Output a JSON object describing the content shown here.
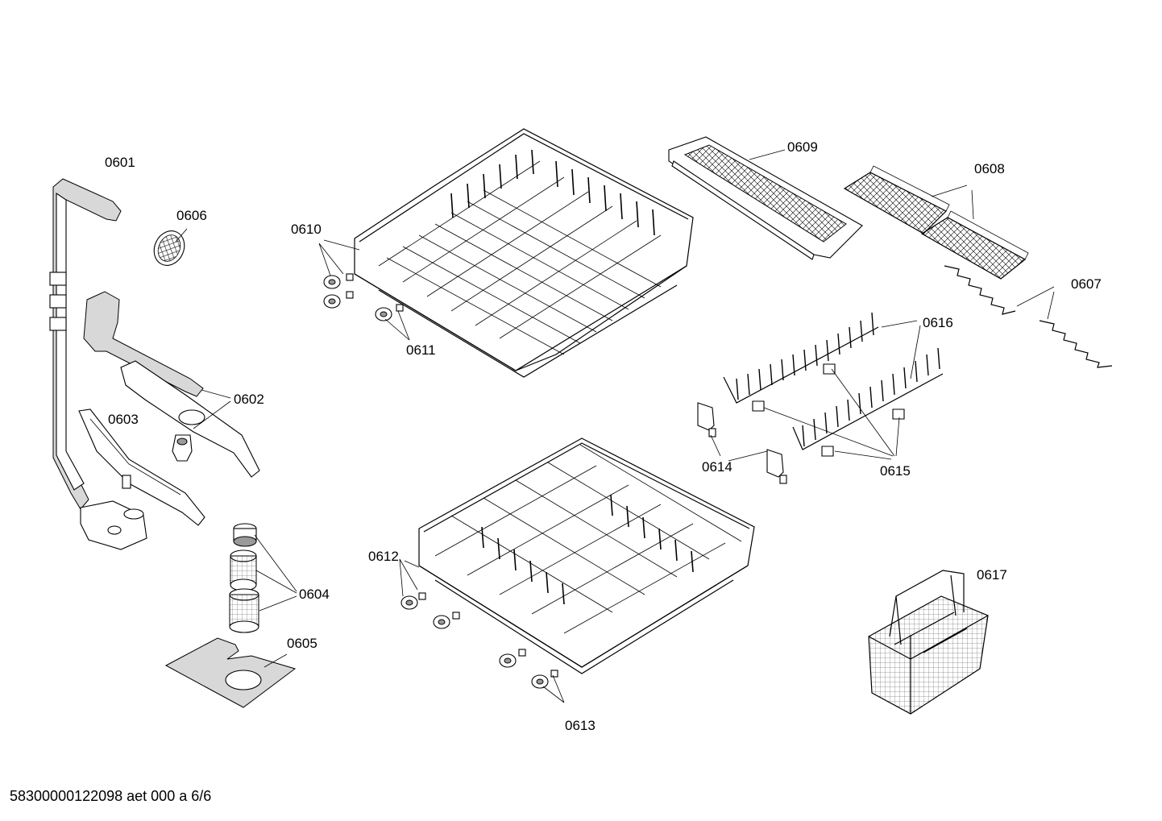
{
  "labels": {
    "p0601": "0601",
    "p0602": "0602",
    "p0603": "0603",
    "p0604": "0604",
    "p0605": "0605",
    "p0606": "0606",
    "p0607": "0607",
    "p0608": "0608",
    "p0609": "0609",
    "p0610": "0610",
    "p0611": "0611",
    "p0612": "0612",
    "p0613": "0613",
    "p0614": "0614",
    "p0615": "0615",
    "p0616": "0616",
    "p0617": "0617"
  },
  "footer": "58300000122098 aet 000 a 6/6"
}
